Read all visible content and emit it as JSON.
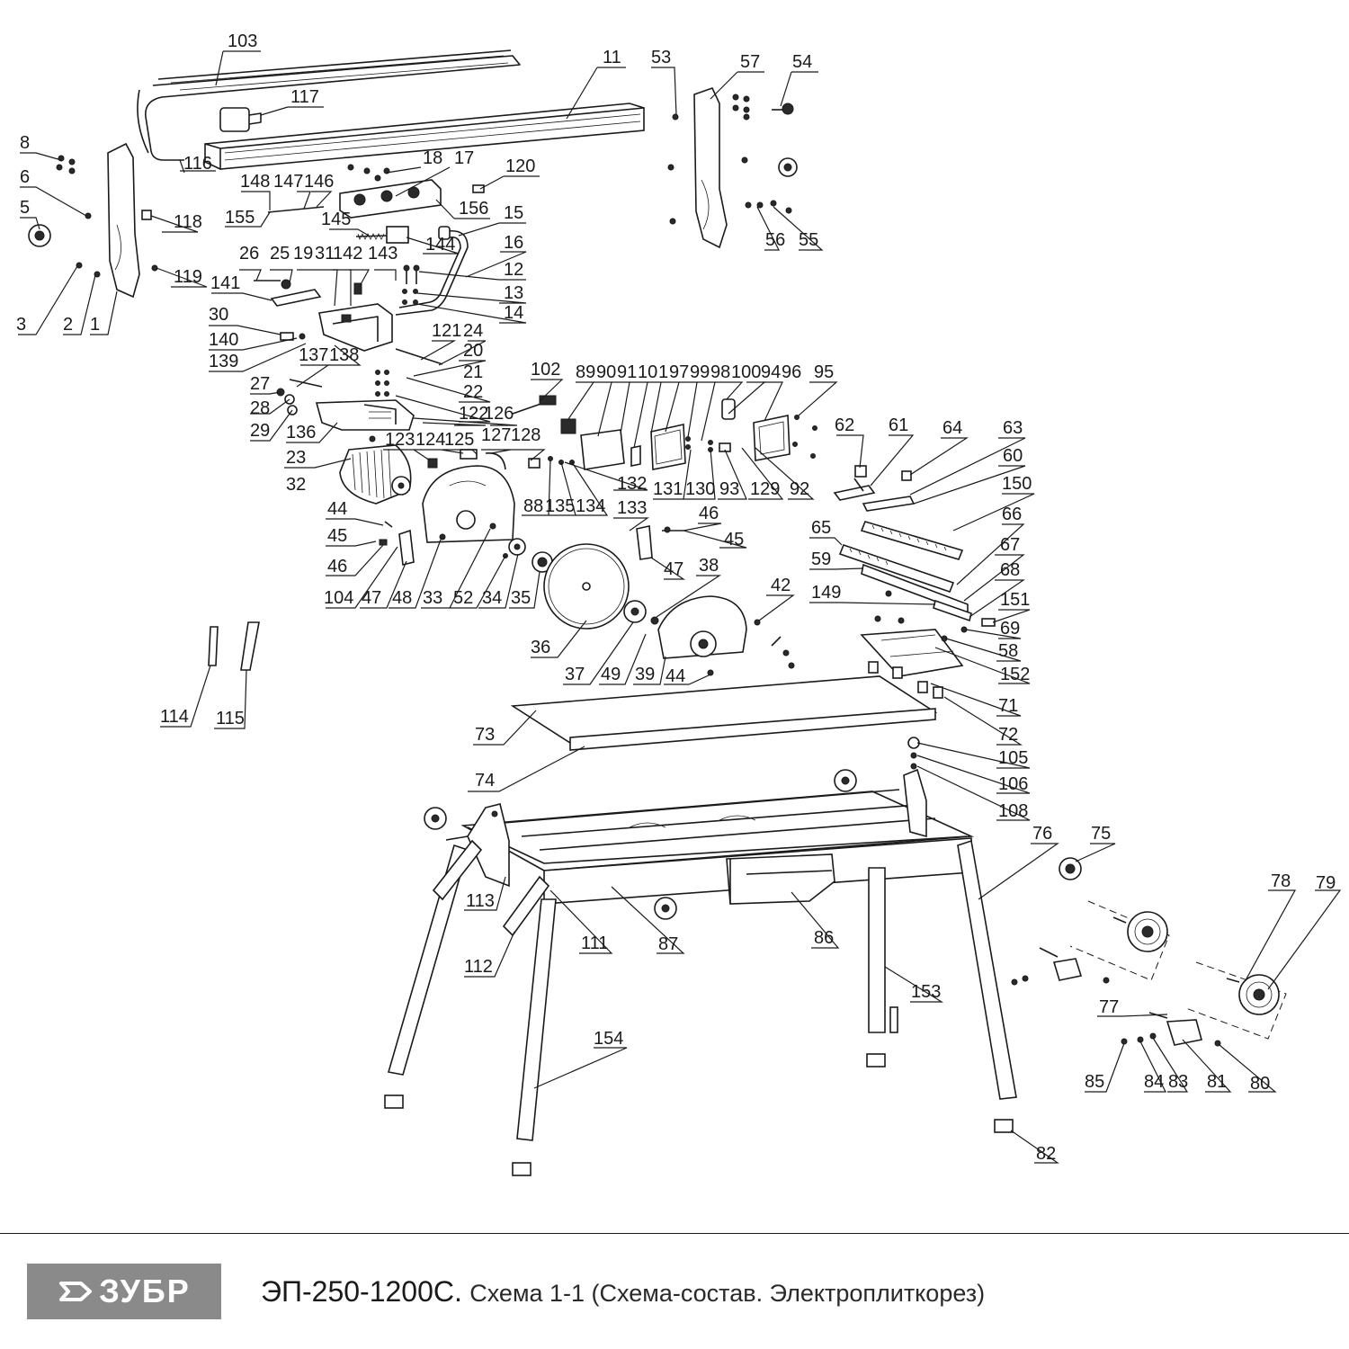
{
  "diagram": {
    "callouts": [
      {
        "id": "c1",
        "label": "103"
      },
      {
        "id": "c2",
        "label": "11"
      },
      {
        "id": "c3",
        "label": "117"
      },
      {
        "id": "c4",
        "label": "53"
      },
      {
        "id": "c5",
        "label": "57"
      },
      {
        "id": "c6",
        "label": "54"
      },
      {
        "id": "c7",
        "label": "8"
      },
      {
        "id": "c8",
        "label": "6"
      },
      {
        "id": "c9",
        "label": "5"
      },
      {
        "id": "c10",
        "label": "116"
      },
      {
        "id": "c11",
        "label": "18"
      },
      {
        "id": "c12",
        "label": "17"
      },
      {
        "id": "c13",
        "label": "120"
      },
      {
        "id": "c14",
        "label": "148"
      },
      {
        "id": "c15",
        "label": "147"
      },
      {
        "id": "c16",
        "label": "146"
      },
      {
        "id": "c17",
        "label": "156"
      },
      {
        "id": "c18",
        "label": "155"
      },
      {
        "id": "c19",
        "label": "118"
      },
      {
        "id": "c20",
        "label": "145"
      },
      {
        "id": "c21",
        "label": "15"
      },
      {
        "id": "c22",
        "label": "144"
      },
      {
        "id": "c23",
        "label": "16"
      },
      {
        "id": "c24",
        "label": "56"
      },
      {
        "id": "c25",
        "label": "55"
      },
      {
        "id": "c26",
        "label": "26"
      },
      {
        "id": "c27",
        "label": "25"
      },
      {
        "id": "c28",
        "label": "19"
      },
      {
        "id": "c29",
        "label": "31"
      },
      {
        "id": "c30",
        "label": "142"
      },
      {
        "id": "c31",
        "label": "143"
      },
      {
        "id": "c32",
        "label": "12"
      },
      {
        "id": "c33",
        "label": "119"
      },
      {
        "id": "c34",
        "label": "141"
      },
      {
        "id": "c35",
        "label": "13"
      },
      {
        "id": "c36",
        "label": "14"
      },
      {
        "id": "c37",
        "label": "30"
      },
      {
        "id": "c38",
        "label": "3"
      },
      {
        "id": "c39",
        "label": "2"
      },
      {
        "id": "c40",
        "label": "1"
      },
      {
        "id": "c41",
        "label": "140"
      },
      {
        "id": "c42",
        "label": "121"
      },
      {
        "id": "c43",
        "label": "24"
      },
      {
        "id": "c44",
        "label": "20"
      },
      {
        "id": "c45",
        "label": "139"
      },
      {
        "id": "c46",
        "label": "137"
      },
      {
        "id": "c47",
        "label": "138"
      },
      {
        "id": "c48",
        "label": "102"
      },
      {
        "id": "c49",
        "label": "89"
      },
      {
        "id": "c50",
        "label": "90"
      },
      {
        "id": "c51",
        "label": "91"
      },
      {
        "id": "c52",
        "label": "10"
      },
      {
        "id": "c53",
        "label": "1"
      },
      {
        "id": "c54",
        "label": "97"
      },
      {
        "id": "c55",
        "label": "99"
      },
      {
        "id": "c56",
        "label": "98"
      },
      {
        "id": "c57",
        "label": "100"
      },
      {
        "id": "c58",
        "label": "94"
      },
      {
        "id": "c59",
        "label": "96"
      },
      {
        "id": "c60",
        "label": "95"
      },
      {
        "id": "c61",
        "label": "27"
      },
      {
        "id": "c62",
        "label": "21"
      },
      {
        "id": "c63",
        "label": "22"
      },
      {
        "id": "c64",
        "label": "28"
      },
      {
        "id": "c65",
        "label": "122"
      },
      {
        "id": "c66",
        "label": "126"
      },
      {
        "id": "c67",
        "label": "29"
      },
      {
        "id": "c68",
        "label": "136"
      },
      {
        "id": "c69",
        "label": "62"
      },
      {
        "id": "c70",
        "label": "61"
      },
      {
        "id": "c71",
        "label": "64"
      },
      {
        "id": "c72",
        "label": "63"
      },
      {
        "id": "c73",
        "label": "123"
      },
      {
        "id": "c74",
        "label": "124"
      },
      {
        "id": "c75",
        "label": "125"
      },
      {
        "id": "c76",
        "label": "127"
      },
      {
        "id": "c77",
        "label": "128"
      },
      {
        "id": "c78",
        "label": "23"
      },
      {
        "id": "c79",
        "label": "60"
      },
      {
        "id": "c80",
        "label": "132"
      },
      {
        "id": "c81",
        "label": "131"
      },
      {
        "id": "c82",
        "label": "130"
      },
      {
        "id": "c83",
        "label": "93"
      },
      {
        "id": "c84",
        "label": "129"
      },
      {
        "id": "c85",
        "label": "92"
      },
      {
        "id": "c86",
        "label": "32"
      },
      {
        "id": "c87",
        "label": "150"
      },
      {
        "id": "c88",
        "label": "88"
      },
      {
        "id": "c89",
        "label": "135"
      },
      {
        "id": "c90",
        "label": "134"
      },
      {
        "id": "c91",
        "label": "133"
      },
      {
        "id": "c92",
        "label": "44"
      },
      {
        "id": "c93",
        "label": "46"
      },
      {
        "id": "c94",
        "label": "66"
      },
      {
        "id": "c95",
        "label": "65"
      },
      {
        "id": "c96",
        "label": "45"
      },
      {
        "id": "c97",
        "label": "45"
      },
      {
        "id": "c98",
        "label": "67"
      },
      {
        "id": "c99",
        "label": "46"
      },
      {
        "id": "c100",
        "label": "59"
      },
      {
        "id": "c101",
        "label": "47"
      },
      {
        "id": "c102",
        "label": "38"
      },
      {
        "id": "c103",
        "label": "68"
      },
      {
        "id": "c104",
        "label": "104"
      },
      {
        "id": "c105",
        "label": "47"
      },
      {
        "id": "c106",
        "label": "48"
      },
      {
        "id": "c107",
        "label": "33"
      },
      {
        "id": "c108",
        "label": "52"
      },
      {
        "id": "c109",
        "label": "34"
      },
      {
        "id": "c110",
        "label": "35"
      },
      {
        "id": "c111",
        "label": "149"
      },
      {
        "id": "c112",
        "label": "42"
      },
      {
        "id": "c113",
        "label": "151"
      },
      {
        "id": "c114",
        "label": "69"
      },
      {
        "id": "c115",
        "label": "58"
      },
      {
        "id": "c116",
        "label": "36"
      },
      {
        "id": "c117",
        "label": "152"
      },
      {
        "id": "c118",
        "label": "37"
      },
      {
        "id": "c119",
        "label": "49"
      },
      {
        "id": "c120",
        "label": "39"
      },
      {
        "id": "c121",
        "label": "44"
      },
      {
        "id": "c122",
        "label": "71"
      },
      {
        "id": "c123",
        "label": "114"
      },
      {
        "id": "c124",
        "label": "115"
      },
      {
        "id": "c125",
        "label": "73"
      },
      {
        "id": "c126",
        "label": "72"
      },
      {
        "id": "c127",
        "label": "105"
      },
      {
        "id": "c128",
        "label": "74"
      },
      {
        "id": "c129",
        "label": "106"
      },
      {
        "id": "c130",
        "label": "108"
      },
      {
        "id": "c131",
        "label": "76"
      },
      {
        "id": "c132",
        "label": "75"
      },
      {
        "id": "c133",
        "label": "78"
      },
      {
        "id": "c134",
        "label": "79"
      },
      {
        "id": "c135",
        "label": "113"
      },
      {
        "id": "c136",
        "label": "111"
      },
      {
        "id": "c137",
        "label": "87"
      },
      {
        "id": "c138",
        "label": "86"
      },
      {
        "id": "c139",
        "label": "112"
      },
      {
        "id": "c140",
        "label": "153"
      },
      {
        "id": "c141",
        "label": "77"
      },
      {
        "id": "c142",
        "label": "154"
      },
      {
        "id": "c143",
        "label": "85"
      },
      {
        "id": "c144",
        "label": "84"
      },
      {
        "id": "c145",
        "label": "83"
      },
      {
        "id": "c146",
        "label": "81"
      },
      {
        "id": "c147",
        "label": "80"
      },
      {
        "id": "c148",
        "label": "82"
      }
    ]
  },
  "footer": {
    "brand": "ЗУБР",
    "model": "ЭП-250-1200С.",
    "description": "Схема 1-1 (Схема-состав. Электроплиткорез)"
  }
}
